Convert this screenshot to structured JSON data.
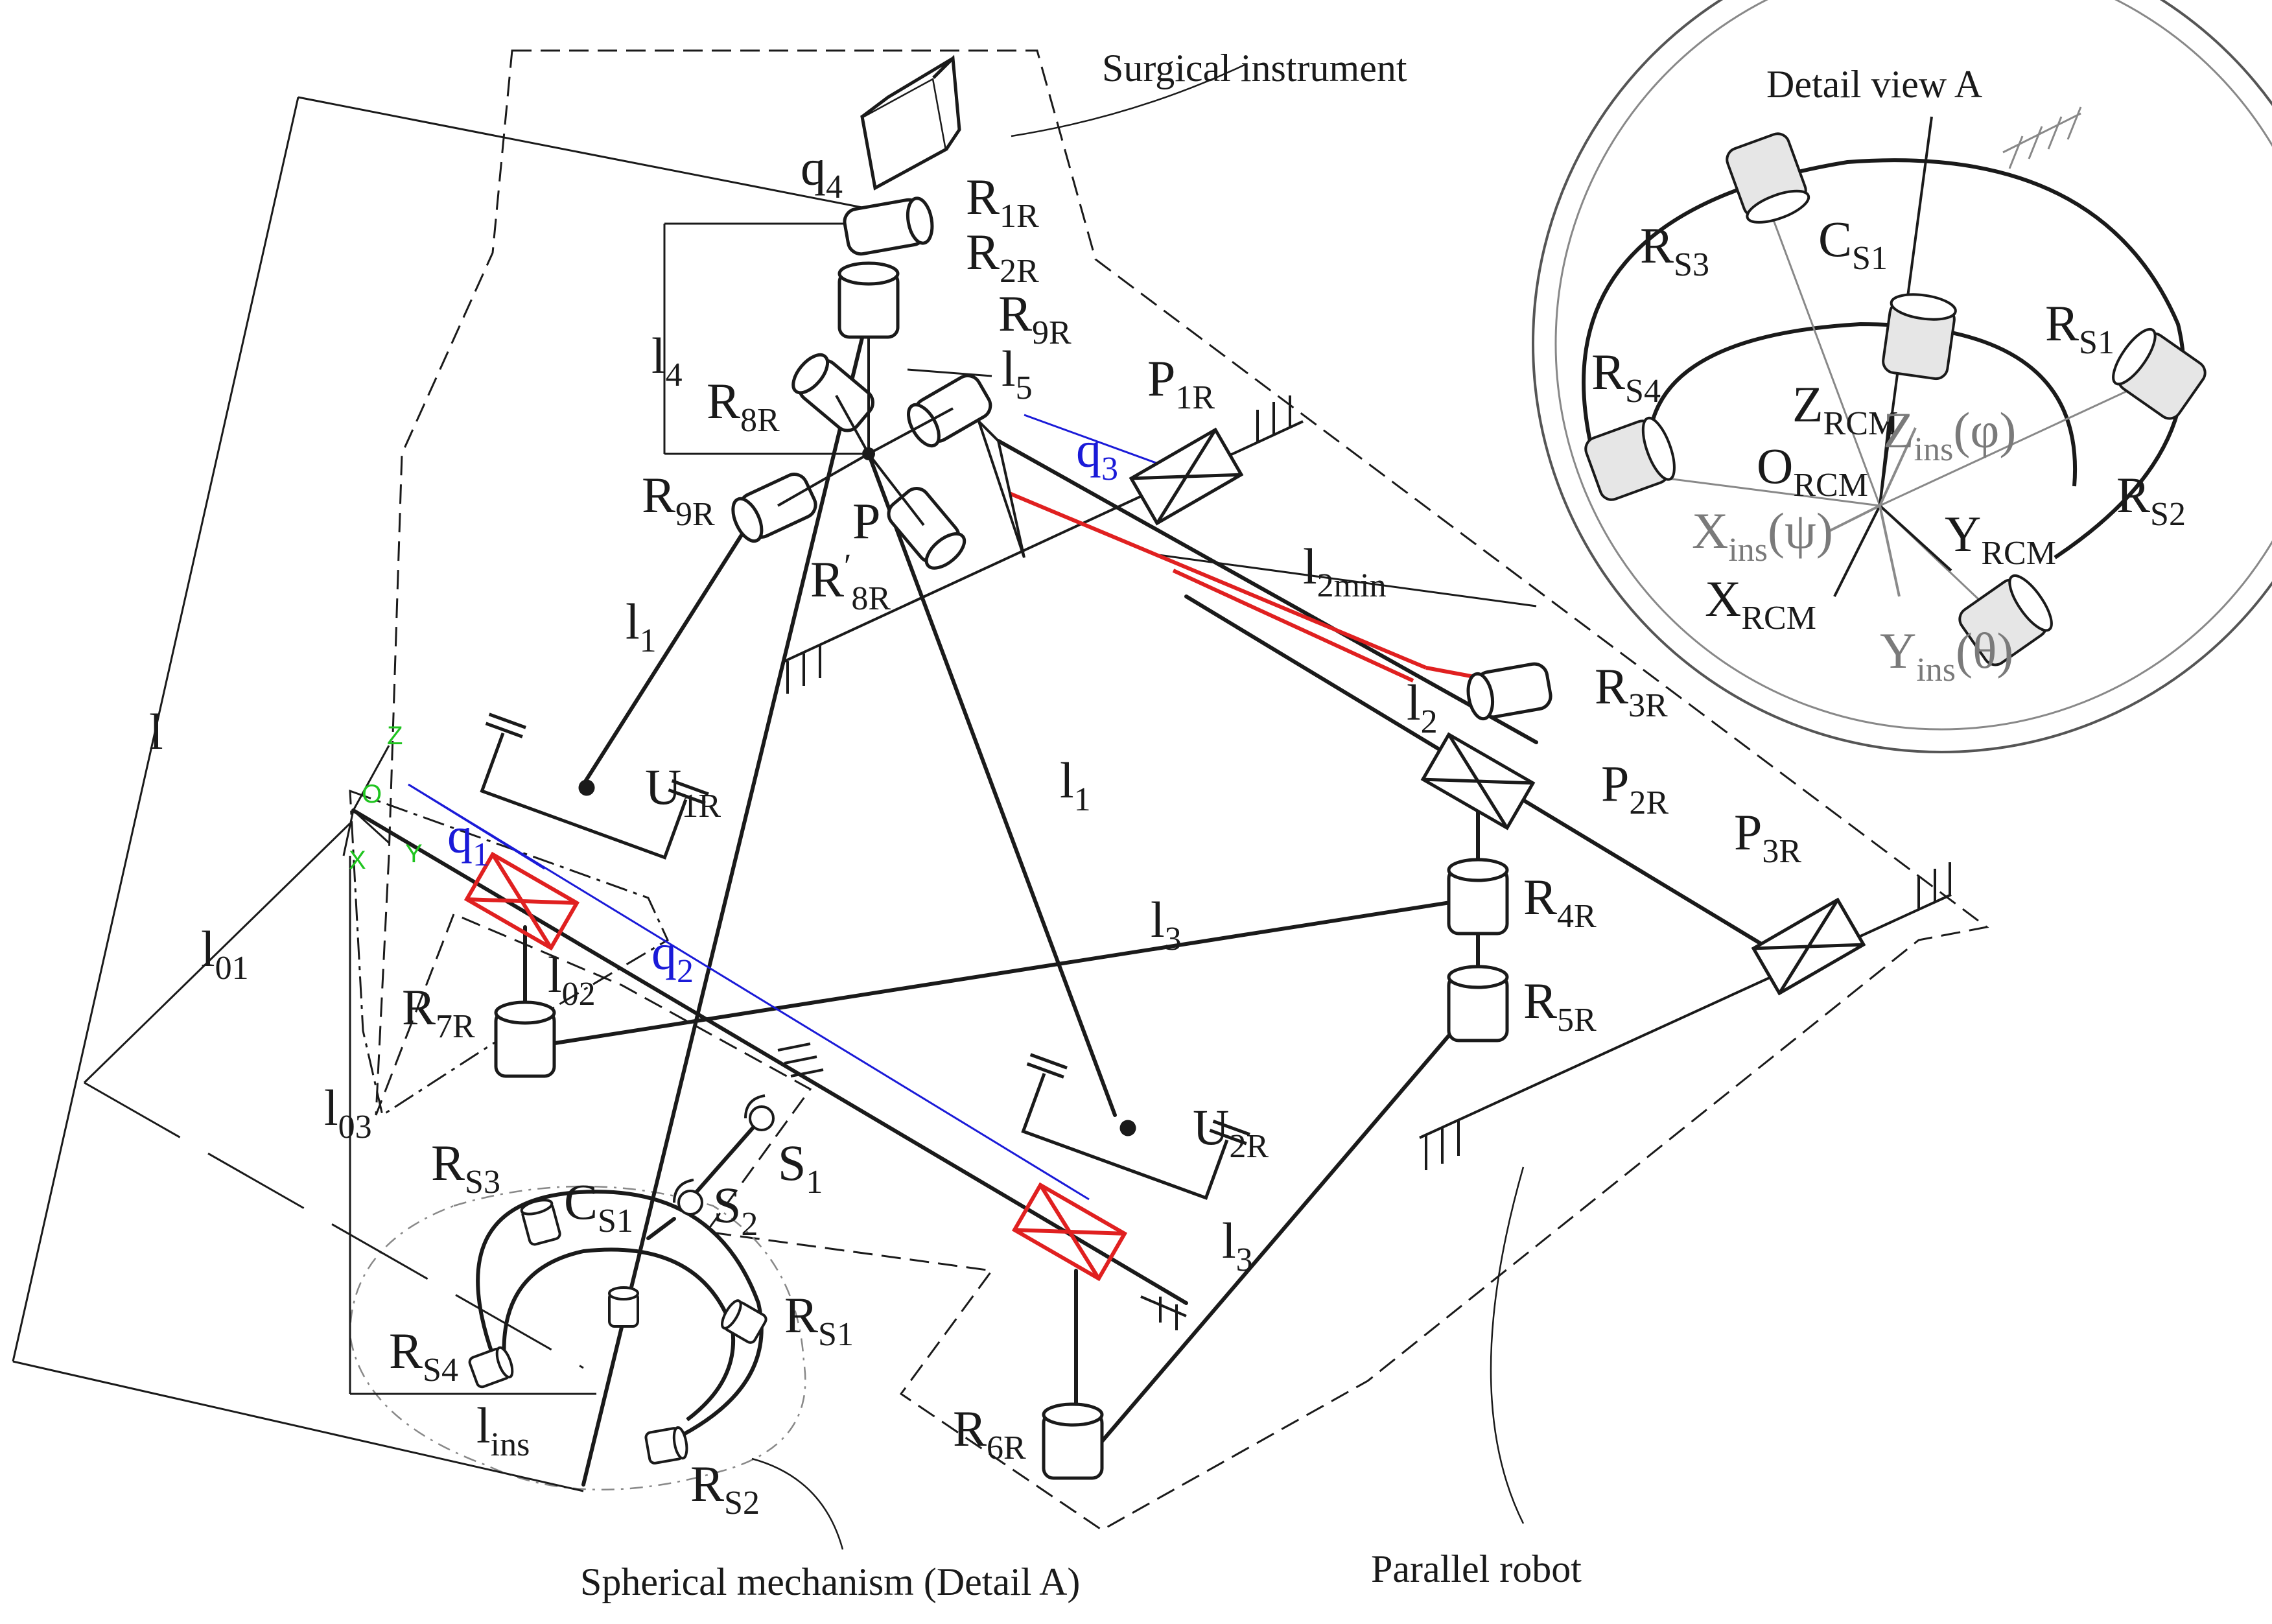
{
  "captions": {
    "surgical_instrument": "Surgical instrument",
    "detail_view": "Detail view A",
    "spherical_mechanism": "Spherical mechanism (Detail A)",
    "parallel_robot": "Parallel robot"
  },
  "colors": {
    "line": "#1a1a1a",
    "red": "#e02020",
    "blue": "#1a1ad8",
    "green": "#1fc41f",
    "gray": "#7a7a7a"
  },
  "labels": {
    "R1R": {
      "base": "R",
      "sub": "1R"
    },
    "R2R": {
      "base": "R",
      "sub": "2R"
    },
    "R3R": {
      "base": "R",
      "sub": "3R"
    },
    "R4R": {
      "base": "R",
      "sub": "4R"
    },
    "R5R": {
      "base": "R",
      "sub": "5R"
    },
    "R6R": {
      "base": "R",
      "sub": "6R"
    },
    "R7R": {
      "base": "R",
      "sub": "7R"
    },
    "R8R": {
      "base": "R",
      "sub": "8R"
    },
    "R8Rp": {
      "base": "R",
      "prime": "′",
      "sub": "8R"
    },
    "R9R_top": {
      "base": "R",
      "sub": "9R"
    },
    "R9R_left": {
      "base": "R",
      "sub": "9R"
    },
    "P": {
      "base": "P"
    },
    "P1R": {
      "base": "P",
      "sub": "1R"
    },
    "P2R": {
      "base": "P",
      "sub": "2R"
    },
    "P3R": {
      "base": "P",
      "sub": "3R"
    },
    "U1R": {
      "base": "U",
      "sub": "1R"
    },
    "U2R": {
      "base": "U",
      "sub": "2R"
    },
    "q1": {
      "base": "q",
      "sub": "1"
    },
    "q2": {
      "base": "q",
      "sub": "2"
    },
    "q3": {
      "base": "q",
      "sub": "3"
    },
    "q4": {
      "base": "q",
      "sub": "4"
    },
    "l": {
      "base": "l"
    },
    "l1_left": {
      "base": "l",
      "sub": "1"
    },
    "l1_right": {
      "base": "l",
      "sub": "1"
    },
    "l2": {
      "base": "l",
      "sub": "2"
    },
    "l2min": {
      "base": "l",
      "sub": "2min"
    },
    "l3_top": {
      "base": "l",
      "sub": "3"
    },
    "l3_bottom": {
      "base": "l",
      "sub": "3"
    },
    "l4": {
      "base": "l",
      "sub": "4"
    },
    "l5": {
      "base": "l",
      "sub": "5"
    },
    "l01": {
      "base": "l",
      "sub": "01"
    },
    "l02": {
      "base": "l",
      "sub": "02"
    },
    "l03": {
      "base": "l",
      "sub": "03"
    },
    "lins": {
      "base": "l",
      "sub": "ins"
    },
    "S1": {
      "base": "S",
      "sub": "1"
    },
    "S2": {
      "base": "S",
      "sub": "2"
    },
    "CS1": {
      "base": "C",
      "sub": "S1"
    },
    "RS1": {
      "base": "R",
      "sub": "S1"
    },
    "RS2": {
      "base": "R",
      "sub": "S2"
    },
    "RS3": {
      "base": "R",
      "sub": "S3"
    },
    "RS4": {
      "base": "R",
      "sub": "S4"
    }
  },
  "frame_axes": {
    "z": "Z",
    "o": "O",
    "x": "X",
    "y": "Y"
  },
  "detail_labels": {
    "CS1": {
      "base": "C",
      "sub": "S1"
    },
    "RS1": {
      "base": "R",
      "sub": "S1"
    },
    "RS2": {
      "base": "R",
      "sub": "S2"
    },
    "RS3": {
      "base": "R",
      "sub": "S3"
    },
    "RS4": {
      "base": "R",
      "sub": "S4"
    },
    "ZRCM": {
      "base": "Z",
      "sub": "RCM"
    },
    "Zins": {
      "base": "Z",
      "sub": "ins",
      "suffix": "(φ)"
    },
    "ORCM": {
      "base": "O",
      "sub": "RCM"
    },
    "Xins": {
      "base": "X",
      "sub": "ins",
      "suffix": "(ψ)"
    },
    "YRCM": {
      "base": "Y",
      "sub": "RCM"
    },
    "XRCM": {
      "base": "X",
      "sub": "RCM"
    },
    "Yins": {
      "base": "Y",
      "sub": "ins",
      "suffix": "(θ)"
    }
  }
}
